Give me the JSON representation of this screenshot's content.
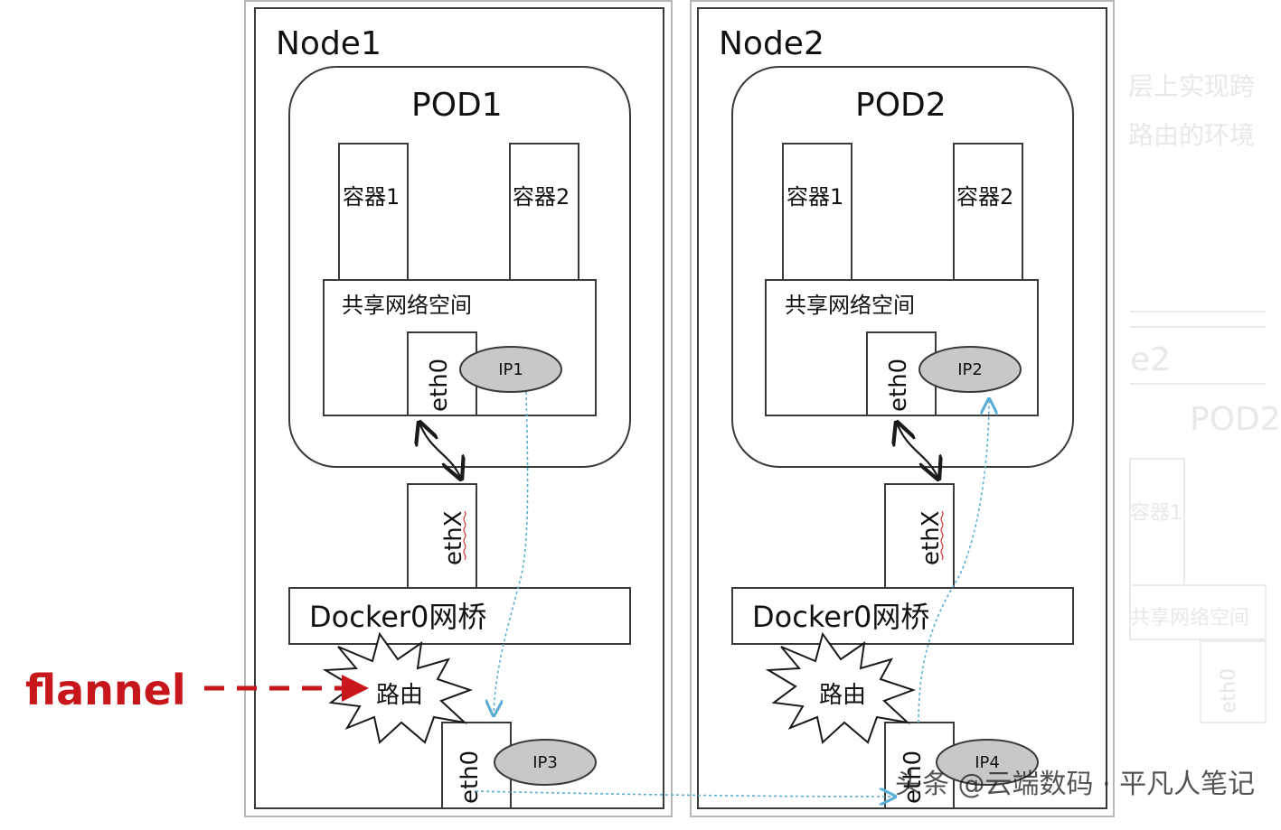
{
  "nodes": [
    {
      "label": "Node1",
      "pod": "POD1",
      "container_a": "容器1",
      "container_b": "容器2",
      "shared_net": "共享网络空间",
      "pod_iface": "eth0",
      "pod_ip": "IP1",
      "bridge_iface": "ethX",
      "bridge": "Docker0网桥",
      "router": "路由",
      "host_iface": "eth0",
      "host_ip": "IP3"
    },
    {
      "label": "Node2",
      "pod": "POD2",
      "container_a": "容器1",
      "container_b": "容器2",
      "shared_net": "共享网络空间",
      "pod_iface": "eth0",
      "pod_ip": "IP2",
      "bridge_iface": "ethX",
      "bridge": "Docker0网桥",
      "router": "路由",
      "host_iface": "eth0",
      "host_ip": "IP4"
    }
  ],
  "flannel_label": "flannel",
  "watermark": "头条 @云端数码 · 平凡人笔记",
  "background_fragments": {
    "line1": "层上实现跨",
    "line2": "路由的环境",
    "node": "e2",
    "pod": "POD2",
    "container": "容器1",
    "shared": "共享网络空间",
    "eth": "eth0"
  },
  "colors": {
    "line": "#3a3a3a",
    "ellipse_fill": "#c8c8c8",
    "flow": "#5aaed6",
    "flannel": "#c8161d",
    "arrow_black": "#1a1a1a",
    "ghost_text": "#e6e6e6"
  }
}
